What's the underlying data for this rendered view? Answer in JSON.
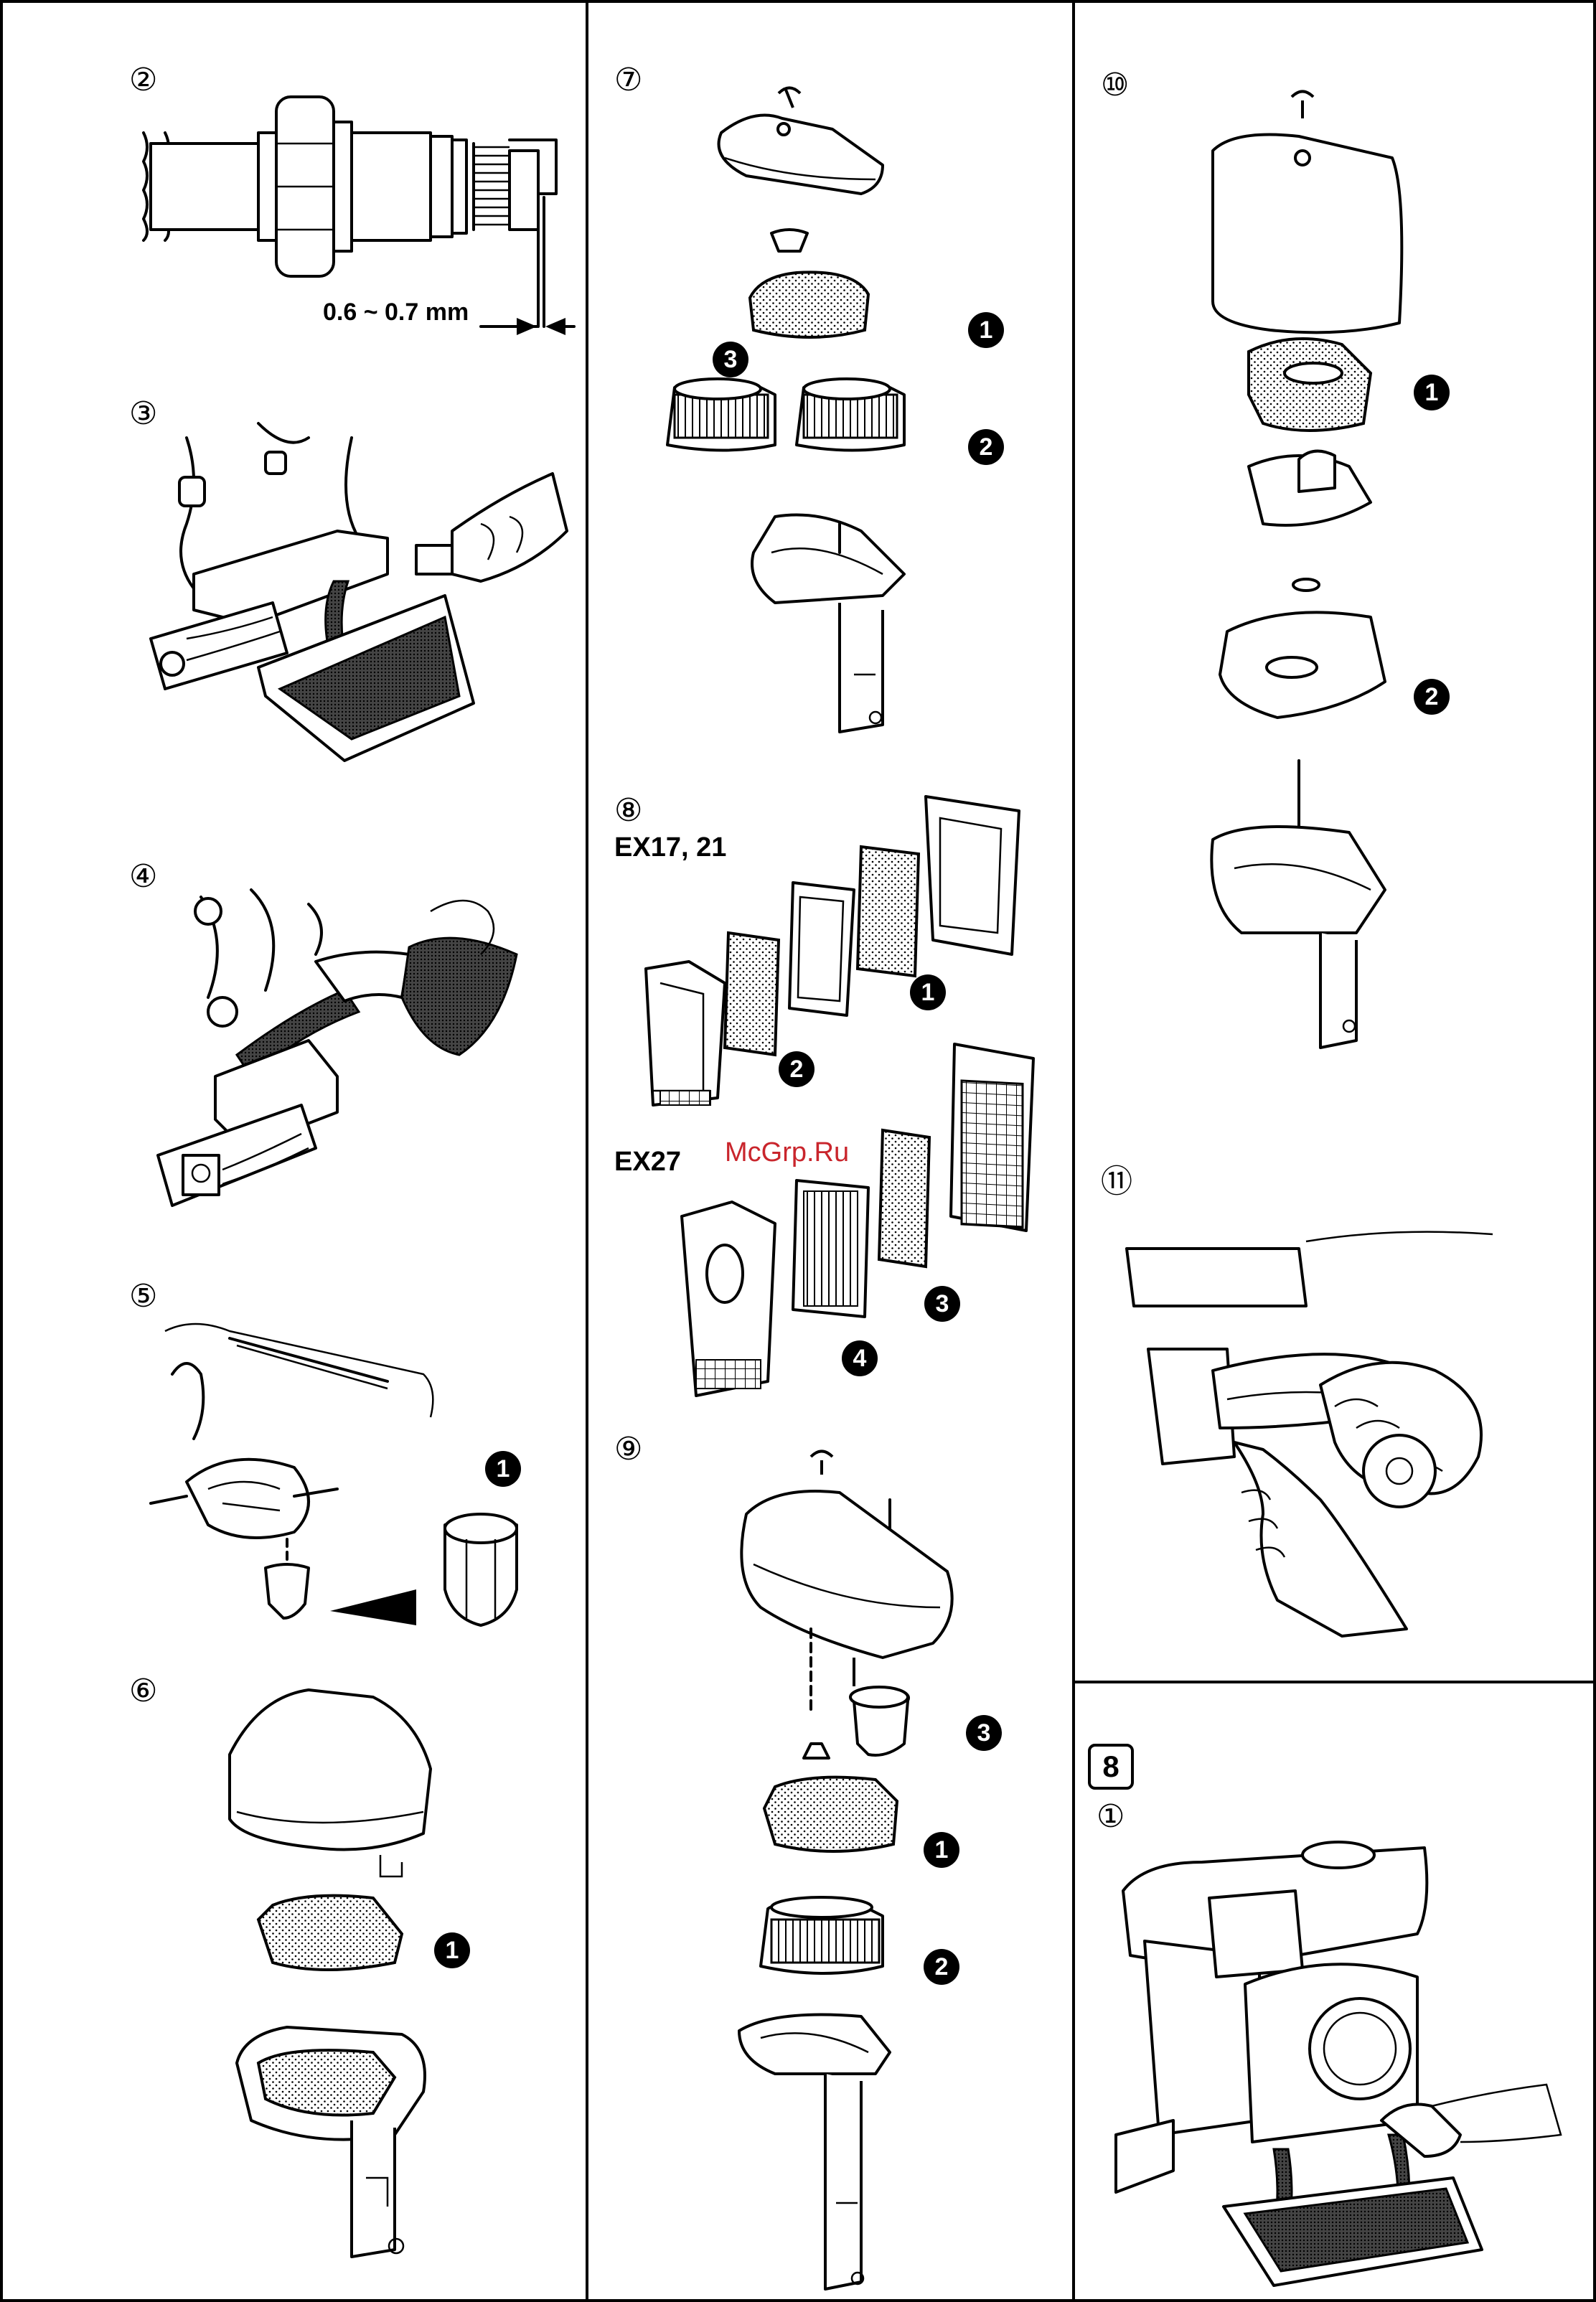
{
  "steps": {
    "s2": {
      "marker": "②",
      "gap_label": "0.6 ~ 0.7 mm"
    },
    "s3": {
      "marker": "③"
    },
    "s4": {
      "marker": "④"
    },
    "s5": {
      "marker": "⑤",
      "callout_1": "1"
    },
    "s6": {
      "marker": "⑥",
      "callout_1": "1"
    },
    "s7": {
      "marker": "⑦",
      "callout_1": "1",
      "callout_2": "2",
      "callout_3": "3"
    },
    "s8": {
      "marker": "⑧",
      "group_a_label": "EX17, 21",
      "group_b_label": "EX27",
      "callout_1": "1",
      "callout_2": "2",
      "callout_3": "3",
      "callout_4": "4"
    },
    "s9": {
      "marker": "⑨",
      "callout_1": "1",
      "callout_2": "2",
      "callout_3": "3"
    },
    "s10": {
      "marker": "⑩",
      "callout_1": "1",
      "callout_2": "2"
    },
    "s11": {
      "marker": "⑪"
    }
  },
  "section_8": {
    "box_label": "8",
    "marker": "①"
  },
  "watermark": "McGrp.Ru",
  "colors": {
    "ink": "#000000",
    "paper": "#ffffff",
    "watermark": "#c9252c"
  }
}
